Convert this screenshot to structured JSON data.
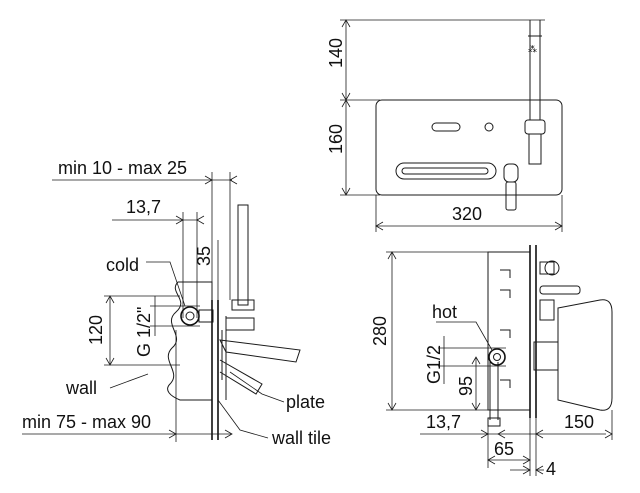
{
  "labels": {
    "min_max_top": "min 10 - max 25",
    "dim_13_7_left": "13,7",
    "dim_35": "35",
    "cold": "cold",
    "dim_120": "120",
    "g_half_inch": "G 1/2\"",
    "wall": "wall",
    "plate": "plate",
    "min_max_bottom": "min 75 - max 90",
    "wall_tile": "wall tile",
    "dim_140": "140",
    "dim_160": "160",
    "dim_320": "320",
    "dim_280": "280",
    "hot": "hot",
    "g_1_2": "G1/2",
    "dim_95": "95",
    "dim_13_7_right": "13,7",
    "dim_150": "150",
    "dim_65": "65",
    "dim_4": "4"
  }
}
